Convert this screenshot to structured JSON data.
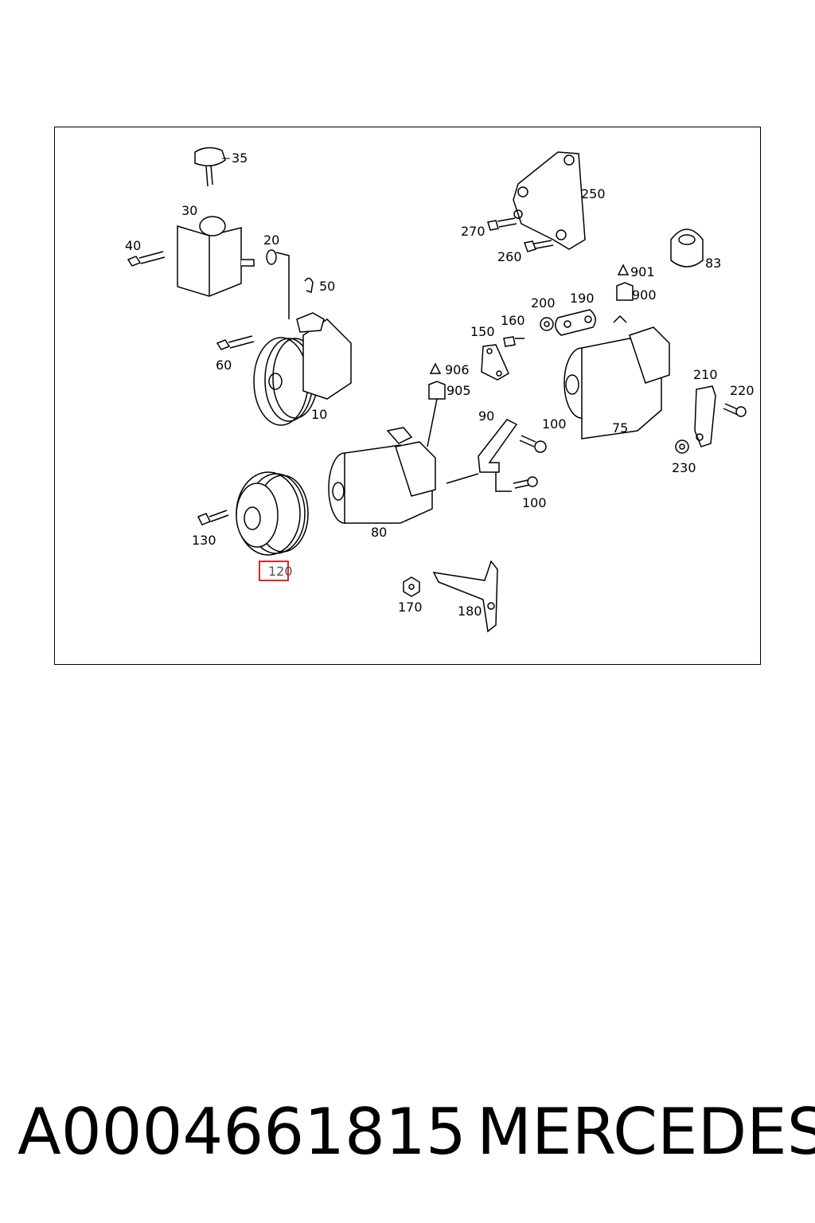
{
  "diagram": {
    "callouts": [
      {
        "id": "35",
        "label": "35"
      },
      {
        "id": "30",
        "label": "30"
      },
      {
        "id": "40",
        "label": "40"
      },
      {
        "id": "20",
        "label": "20"
      },
      {
        "id": "50",
        "label": "50"
      },
      {
        "id": "60",
        "label": "60"
      },
      {
        "id": "10",
        "label": "10"
      },
      {
        "id": "250",
        "label": "250"
      },
      {
        "id": "270",
        "label": "270"
      },
      {
        "id": "260",
        "label": "260"
      },
      {
        "id": "83",
        "label": "83"
      },
      {
        "id": "901",
        "label": "901"
      },
      {
        "id": "900",
        "label": "900"
      },
      {
        "id": "200",
        "label": "200"
      },
      {
        "id": "190",
        "label": "190"
      },
      {
        "id": "160",
        "label": "160"
      },
      {
        "id": "150",
        "label": "150"
      },
      {
        "id": "906",
        "label": "906"
      },
      {
        "id": "905",
        "label": "905"
      },
      {
        "id": "210",
        "label": "210"
      },
      {
        "id": "220",
        "label": "220"
      },
      {
        "id": "90",
        "label": "90"
      },
      {
        "id": "100a",
        "label": "100"
      },
      {
        "id": "75",
        "label": "75"
      },
      {
        "id": "230",
        "label": "230"
      },
      {
        "id": "100b",
        "label": "100"
      },
      {
        "id": "130",
        "label": "130"
      },
      {
        "id": "80",
        "label": "80"
      },
      {
        "id": "120",
        "label": "120",
        "highlighted": true
      },
      {
        "id": "170",
        "label": "170"
      },
      {
        "id": "180",
        "label": "180"
      }
    ],
    "highlight_color": "#e8232a"
  },
  "footer": {
    "part_number": "A0004661815",
    "brand": "MERCEDES"
  }
}
